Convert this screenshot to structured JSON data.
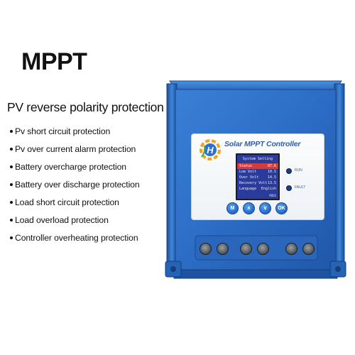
{
  "title": "MPPT",
  "subtitle": "PV reverse polarity protection",
  "features": [
    "Pv short circuit protection",
    "Pv over current alarm protection",
    "Battery overcharge protection",
    "Battery over discharge protection",
    "Load short circuit protection",
    "Load overload protection",
    "Controller overheating protection"
  ],
  "device": {
    "panel_title": "Solar MPPT Controller",
    "logo_letter": "H",
    "lcd": {
      "header": "System Setting",
      "rows": [
        {
          "label": "Status",
          "value": "87.6"
        },
        {
          "label": "Low Volt",
          "value": "10.5"
        },
        {
          "label": "Over Volt",
          "value": "14.5"
        },
        {
          "label": "Recovery Volt",
          "value": "13.5"
        },
        {
          "label": "Language",
          "value": "English"
        }
      ],
      "footer": "MODE"
    },
    "indicators": {
      "run": "RUN",
      "fault": "FAULT"
    },
    "buttons": {
      "m": "M",
      "up": "∧",
      "down": "∨",
      "ok": "OK"
    },
    "colors": {
      "body": "#2d6fc6",
      "body_dark": "#1f56a6",
      "panel": "#f4f6f9",
      "lcd": "#2b3b9c"
    }
  }
}
